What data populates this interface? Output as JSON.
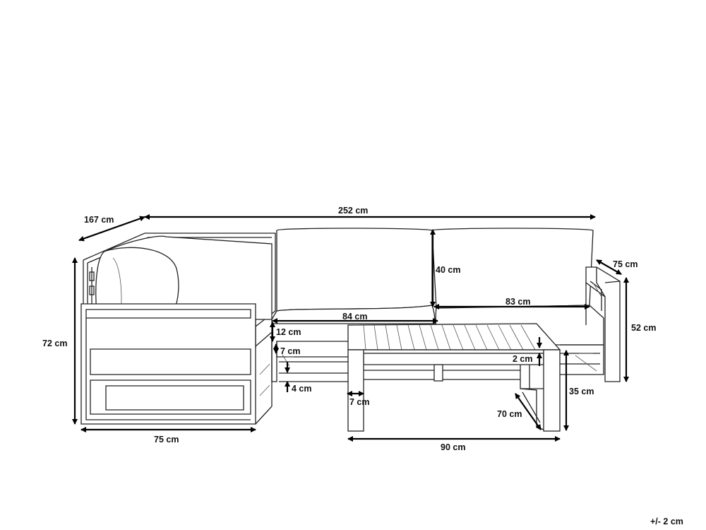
{
  "dimensions": {
    "depth_total": "167 cm",
    "width_total": "252 cm",
    "back_cushion_height": "40 cm",
    "armrest_depth": "75 cm",
    "seat_width": "83 cm",
    "armrest_height": "52 cm",
    "middle_seat_width": "84 cm",
    "seat_cushion_height": "12 cm",
    "frame_height": "7 cm",
    "ground_clearance": "4 cm",
    "table_leg_width": "7 cm",
    "tabletop_thickness": "2 cm",
    "table_height": "35 cm",
    "table_depth": "70 cm",
    "table_width": "90 cm",
    "total_height": "72 cm",
    "chaise_width": "75 cm"
  },
  "tolerance": "+/- 2 cm",
  "colors": {
    "line": "#222222",
    "background": "#ffffff"
  }
}
